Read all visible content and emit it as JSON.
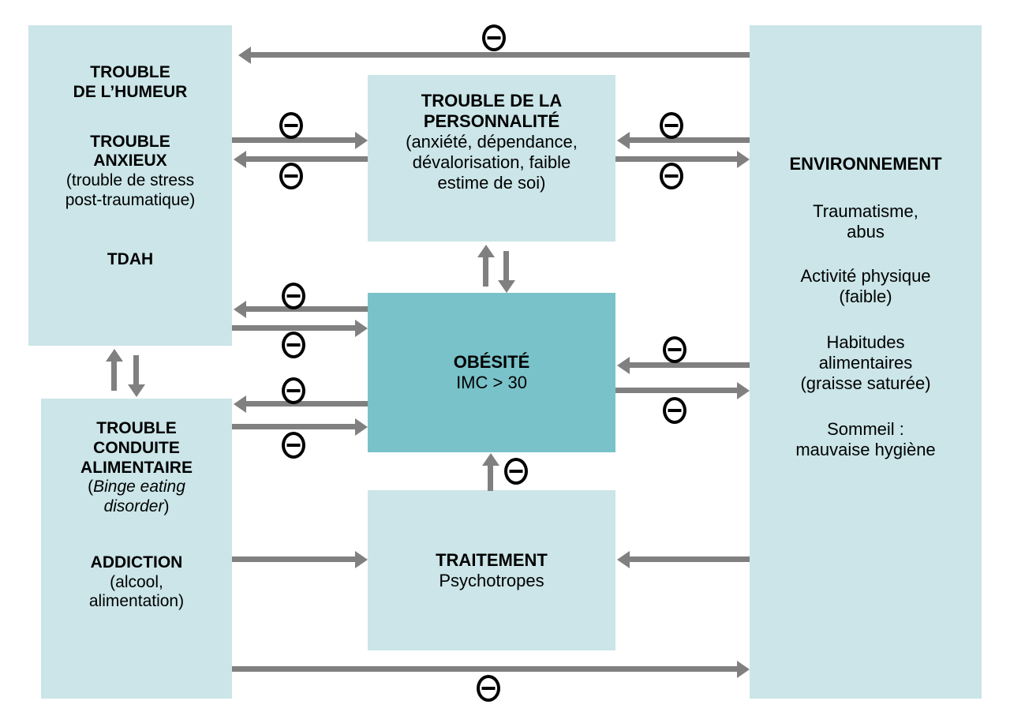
{
  "diagram": {
    "title": "Relations entre obesite, troubles psychiatriques, traitement et environnement",
    "colors": {
      "box_light": "#cbe5e8",
      "box_dark": "#79c2c9",
      "arrow": "#808080",
      "text": "#000000",
      "background": "#ffffff"
    },
    "boxes": {
      "mood_anxiety": {
        "line1": "TROUBLE",
        "line2": "DE L’HUMEUR",
        "line3": "TROUBLE",
        "line4": "ANXIEUX",
        "line5": "(trouble de stress",
        "line6": "post-traumatique)",
        "line7": "TDAH"
      },
      "personality": {
        "title_line1": "TROUBLE DE LA",
        "title_line2": "PERSONNALITÉ",
        "sub_line1": "(anxiété, dépendance,",
        "sub_line2": "dévalorisation, faible",
        "sub_line3": "estime de soi)"
      },
      "obesity": {
        "title": "OBÉSITÉ",
        "sub": "IMC > 30"
      },
      "environment": {
        "title": "ENVIRONNEMENT",
        "item1_line1": "Traumatisme,",
        "item1_line2": "abus",
        "item2_line1": "Activité physique",
        "item2_line2": "(faible)",
        "item3_line1": "Habitudes",
        "item3_line2": "alimentaires",
        "item3_line3": "(graisse saturée)",
        "item4_line1": "Sommeil :",
        "item4_line2": "mauvaise hygiène"
      },
      "eating_addiction": {
        "line1": "TROUBLE",
        "line2": "CONDUITE",
        "line3": "ALIMENTAIRE",
        "line4_open": "(",
        "line4_italic": "Binge eating",
        "line5_italic": "disorder",
        "line5_close": ")",
        "line6": "ADDICTION",
        "line7": "(alcool,",
        "line8": "alimentation)"
      },
      "treatment": {
        "title": "TRAITEMENT",
        "sub": "Psychotropes"
      }
    },
    "edges": [
      {
        "id": "env-to-mood-top",
        "from": "ENVIRONNEMENT",
        "to": "TROUBLE DE L’HUMEUR",
        "direction": "left",
        "sign": "⊖"
      },
      {
        "id": "mood-to-personality",
        "from": "TROUBLE DE L’HUMEUR / ANXIEUX",
        "to": "TROUBLE DE LA PERSONNALITÉ",
        "direction": "right",
        "sign": "⊖"
      },
      {
        "id": "personality-to-mood",
        "from": "TROUBLE DE LA PERSONNALITÉ",
        "to": "TROUBLE ANXIEUX",
        "direction": "left",
        "sign": "⊖"
      },
      {
        "id": "env-to-personality",
        "from": "ENVIRONNEMENT",
        "to": "TROUBLE DE LA PERSONNALITÉ",
        "direction": "left",
        "sign": "⊖"
      },
      {
        "id": "personality-to-env",
        "from": "TROUBLE DE LA PERSONNALITÉ",
        "to": "ENVIRONNEMENT",
        "direction": "right",
        "sign": "⊖"
      },
      {
        "id": "personality-obesity-bidirectional",
        "from": "TROUBLE DE LA PERSONNALITÉ",
        "to": "OBÉSITÉ",
        "direction": "both-vertical",
        "sign": ""
      },
      {
        "id": "obesity-to-tdah",
        "from": "OBÉSITÉ",
        "to": "TDAH",
        "direction": "left",
        "sign": "⊖"
      },
      {
        "id": "tdah-to-obesity",
        "from": "TDAH",
        "to": "OBÉSITÉ",
        "direction": "right",
        "sign": "⊖"
      },
      {
        "id": "obesity-to-eating",
        "from": "OBÉSITÉ",
        "to": "TROUBLE CONDUITE ALIMENTAIRE",
        "direction": "left",
        "sign": "⊖"
      },
      {
        "id": "eating-to-obesity",
        "from": "TROUBLE CONDUITE ALIMENTAIRE",
        "to": "OBÉSITÉ",
        "direction": "right",
        "sign": "⊖"
      },
      {
        "id": "env-to-obesity",
        "from": "ENVIRONNEMENT",
        "to": "OBÉSITÉ",
        "direction": "left",
        "sign": "⊖"
      },
      {
        "id": "obesity-to-env",
        "from": "OBÉSITÉ",
        "to": "ENVIRONNEMENT",
        "direction": "right",
        "sign": "⊖"
      },
      {
        "id": "mood-eating-bidirectional",
        "from": "TDAH",
        "to": "TROUBLE CONDUITE ALIMENTAIRE",
        "direction": "both-vertical",
        "sign": ""
      },
      {
        "id": "treatment-to-obesity",
        "from": "TRAITEMENT",
        "to": "OBÉSITÉ",
        "direction": "up",
        "sign": "⊖"
      },
      {
        "id": "eating-to-treatment",
        "from": "TROUBLE CONDUITE ALIMENTAIRE / ADDICTION",
        "to": "TRAITEMENT",
        "direction": "right",
        "sign": ""
      },
      {
        "id": "env-to-treatment",
        "from": "ENVIRONNEMENT",
        "to": "TRAITEMENT",
        "direction": "left",
        "sign": ""
      },
      {
        "id": "addiction-to-env-bottom",
        "from": "ADDICTION",
        "to": "ENVIRONNEMENT",
        "direction": "right",
        "sign": "⊖"
      }
    ],
    "sign_symbol": "⊖"
  }
}
